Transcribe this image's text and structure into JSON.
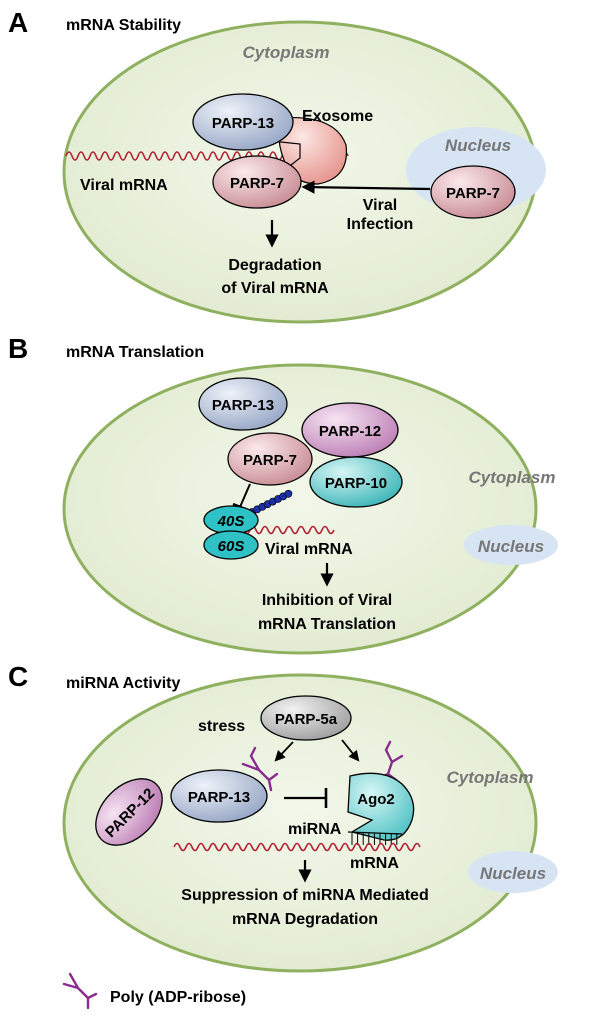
{
  "panels": [
    {
      "letter": "A",
      "title": "mRNA Stability",
      "cytoplasm": "Cytoplasm",
      "nucleus": "Nucleus",
      "parp13": "PARP-13",
      "exosome": "Exosome",
      "viral_mrna": "Viral mRNA",
      "parp7": "PARP-7",
      "parp7_nuc": "PARP-7",
      "infection_l1": "Viral",
      "infection_l2": "Infection",
      "outcome_l1": "Degradation",
      "outcome_l2": "of Viral mRNA"
    },
    {
      "letter": "B",
      "title": "mRNA Translation",
      "cytoplasm": "Cytoplasm",
      "nucleus": "Nucleus",
      "parp13": "PARP-13",
      "parp12": "PARP-12",
      "parp7": "PARP-7",
      "parp10": "PARP-10",
      "r40s": "40S",
      "r60s": "60S",
      "viral_mrna": "Viral mRNA",
      "outcome_l1": "Inhibition of Viral",
      "outcome_l2": "mRNA Translation"
    },
    {
      "letter": "C",
      "title": "miRNA Activity",
      "cytoplasm": "Cytoplasm",
      "nucleus": "Nucleus",
      "stress": "stress",
      "parp5a": "PARP-5a",
      "parp12": "PARP-12",
      "parp13": "PARP-13",
      "ago2": "Ago2",
      "mirna": "miRNA",
      "mrna": "mRNA",
      "outcome_l1": "Suppression of miRNA Mediated",
      "outcome_l2": "mRNA Degradation"
    }
  ],
  "legend": {
    "label": "Poly (ADP-ribose)"
  },
  "colors": {
    "cell_fill": "#e6efd8",
    "cell_stroke": "#8fb05f",
    "nucleus_fill": "#d6e4f3",
    "parp7": "#e7b8bd",
    "parp13": "#c6d0e2",
    "parp12": "#deb2d8",
    "parp10": "#7fd6d6",
    "parp5a": "#c8c8c8",
    "ribosome": "#2ec2c6",
    "rna": "#b22234",
    "par": "#8a2b8f",
    "beads": "#1b2fa8"
  }
}
